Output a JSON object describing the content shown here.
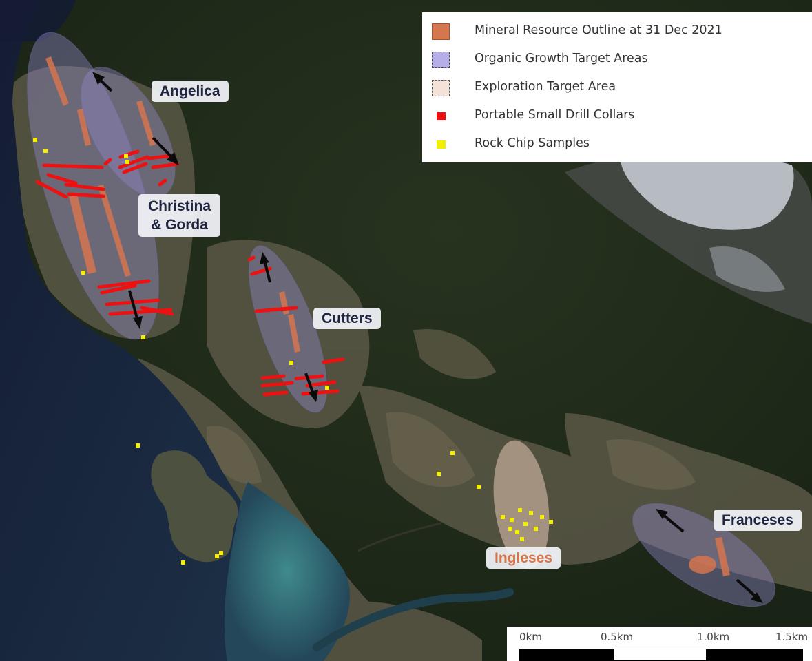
{
  "legend": {
    "items": [
      {
        "label": "Mineral Resource Outline at 31 Dec 2021",
        "fill": "#d5764e",
        "border": "#9e5535",
        "border_style": "solid",
        "icon": "mineral-resource-swatch-icon"
      },
      {
        "label": "Organic Growth Target Areas",
        "fill": "#b6aee6",
        "border": "#444444",
        "border_style": "dashed",
        "icon": "organic-growth-swatch-icon"
      },
      {
        "label": "Exploration Target Area",
        "fill": "#f4e1d8",
        "border": "#555555",
        "border_style": "dashed",
        "icon": "exploration-target-swatch-icon"
      },
      {
        "label": "Portable Small Drill Collars",
        "fill": "#ee1111",
        "border": "none",
        "border_style": "none",
        "icon": "drill-collar-swatch-icon"
      },
      {
        "label": "Rock Chip Samples",
        "fill": "#f4ee00",
        "border": "none",
        "border_style": "none",
        "icon": "rock-chip-swatch-icon"
      }
    ]
  },
  "labels": {
    "angelica": "Angelica",
    "christina_l1": "Christina",
    "christina_l2": "& Gorda",
    "cutters": "Cutters",
    "ingleses": "Ingleses",
    "franceses": "Franceses"
  },
  "scale": {
    "ticks": [
      "0km",
      "0.5km",
      "1.0km",
      "1.5km"
    ]
  },
  "colors": {
    "sea_deep": "#16213a",
    "sea_shallow": "#2f6a73",
    "forest": "#1f2b1c",
    "open_land": "#5d5a4a",
    "snow": "#c6ccd2",
    "organic_target": "#8f88c8",
    "exploration_target": "#e7c8b7",
    "mineral_resource": "#d5764e",
    "drill_collar": "#ee1111",
    "rock_chip": "#f4ee00",
    "label_dark": "#1f2440",
    "label_orange": "#d67548"
  }
}
